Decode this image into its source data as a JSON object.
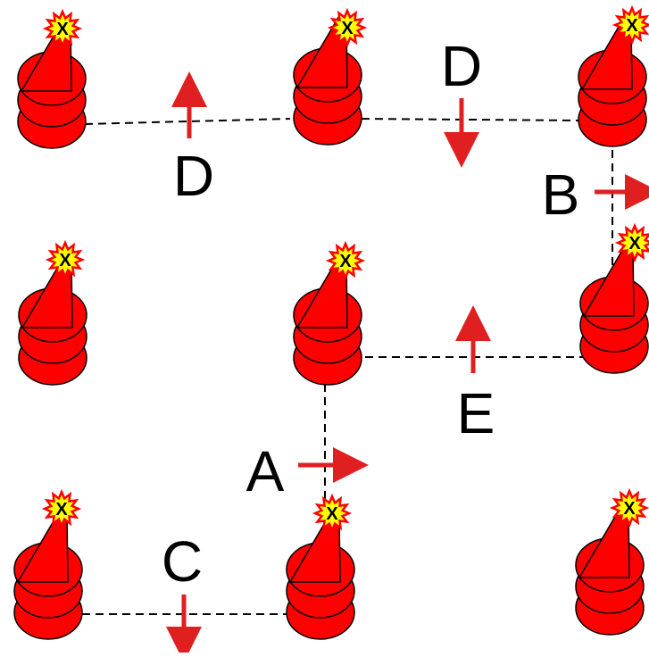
{
  "colors": {
    "pawn_fill": "#ff0000",
    "pawn_stroke": "#000000",
    "arrow": "#e02020",
    "badge_fill": "#ffff00",
    "badge_stroke": "#ff0000",
    "edge": "#000000",
    "background": "#ffffff"
  },
  "icons": {
    "pawn": "stacked-cone-pawn-icon",
    "badge": "starburst-badge-icon"
  },
  "badge_mark": "X",
  "nodes": [
    {
      "id": "n1",
      "row": 1,
      "col": 1
    },
    {
      "id": "n2",
      "row": 1,
      "col": 2
    },
    {
      "id": "n3",
      "row": 1,
      "col": 3
    },
    {
      "id": "n4",
      "row": 2,
      "col": 1
    },
    {
      "id": "n5",
      "row": 2,
      "col": 2
    },
    {
      "id": "n6",
      "row": 2,
      "col": 3
    },
    {
      "id": "n7",
      "row": 3,
      "col": 1
    },
    {
      "id": "n8",
      "row": 3,
      "col": 2
    },
    {
      "id": "n9",
      "row": 3,
      "col": 3
    }
  ],
  "edges": [
    {
      "from": "n1",
      "to": "n2",
      "style": "dashed"
    },
    {
      "from": "n2",
      "to": "n3",
      "style": "dashed"
    },
    {
      "from": "n3",
      "to": "n6",
      "style": "dashed"
    },
    {
      "from": "n5",
      "to": "n6",
      "style": "dashed"
    },
    {
      "from": "n5",
      "to": "n8",
      "style": "dashed"
    },
    {
      "from": "n7",
      "to": "n8",
      "style": "dashed"
    }
  ],
  "labels": {
    "d_left": "D",
    "d_right": "D",
    "b": "B",
    "e": "E",
    "a": "A",
    "c": "C"
  },
  "arrows": [
    {
      "label": "D",
      "direction": "up"
    },
    {
      "label": "D",
      "direction": "down"
    },
    {
      "label": "B",
      "direction": "right"
    },
    {
      "label": "E",
      "direction": "up"
    },
    {
      "label": "A",
      "direction": "right"
    },
    {
      "label": "C",
      "direction": "down"
    }
  ]
}
